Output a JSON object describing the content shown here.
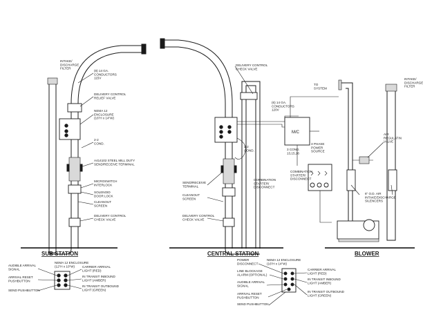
{
  "sub_station": {
    "title": "SUB STATION",
    "intake_filter": "INTAKE/\nDISCHARGE\nFILTER",
    "conductors": "(8) 14 GA.\nCONDUCTORS\n115V",
    "relief_valve": "DELIVERY CONTROL\nRELIEF VALVE",
    "enclosure": "NEMA 12\nENCLOSURE\n(16\"H x 14\"W)",
    "cond": "2-2\nCOND.",
    "terminal": "A414102 STEEL MILL DUTY\nSEND/RECEIVE TERMINAL",
    "interlock": "MICROSWITCH\nINTERLOCK",
    "door_lock": "SOLENOID\nDOOR LOCK",
    "screen": "CLEANOUT\nSCREEN",
    "check_valve": "DELIVERY CONTROL\nCHECK VALVE"
  },
  "sub_panel": {
    "title": "NEMA 12 ENCLOSURE\n(12\"H x 10\"W)",
    "left": [
      "AUDIBLE ARRIVAL\nSIGNAL",
      "ARRIVAL RESET\nPUSHBUTTON",
      "SEND PUSHBUTTON"
    ],
    "right": [
      "CARRIER ARRIVAL\nLIGHT (RED)",
      "IN TRANSIT INBOUND\nLIGHT (AMBER)",
      "IN TRANSIT OUTBOUND\nLIGHT (GREEN)"
    ]
  },
  "central_station": {
    "title": "CENTRAL STATION",
    "check_valve_top": "DELIVERY CONTROL\nCHECK VALVE",
    "terminal": "SEND/RECEIVE\nTERMINAL",
    "screen": "CLEANOUT\nSCREEN",
    "check_valve": "DELIVERY CONTROL\nCHECK VALVE",
    "cond": "2-2\nCOND.",
    "to_system": "TO\nSYSTEM",
    "conductors": "(6) 14 GA.\nCONDUCTORS\n120V",
    "mc": "M/C",
    "three_phase": "3 PHASE\nPOWER\nSOURCE",
    "cond3": "3 COND.\n13,15,16",
    "starter": "COMBINATION\nSTARTER/\nDISCONNECT",
    "combo": "COMBINATION\nSTARTER/\nDISCONNECT"
  },
  "central_panel": {
    "left": [
      "POWER\nDISCONNECT",
      "LINE BLOCKAGE\nALARM (OPTIONAL)",
      "AUDIBLE ARRIVAL\nSIGNAL",
      "ARRIVAL RESET\nPUSHBUTTON",
      "SEND PUSHBUTTON"
    ],
    "title": "NEMA 12 ENCLOSURE\n(16\"H x 14\"W)",
    "right": [
      "CARRIER ARRIVAL\nLIGHT (RED)",
      "IN TRANSIT INBOUND\nLIGHT (AMBER)",
      "IN TRANSIT OUTBOUND\nLIGHT (GREEN)"
    ]
  },
  "blower": {
    "title": "BLOWER",
    "air_valve": "AIR\nREGULATIN\nVALVE",
    "intake_filter": "INTAKE/\nDISCHARGE\nFILTER",
    "silencers": "6\" O.D. AIR\nINTAKE/DISCHARGE\nSILENCERS"
  }
}
